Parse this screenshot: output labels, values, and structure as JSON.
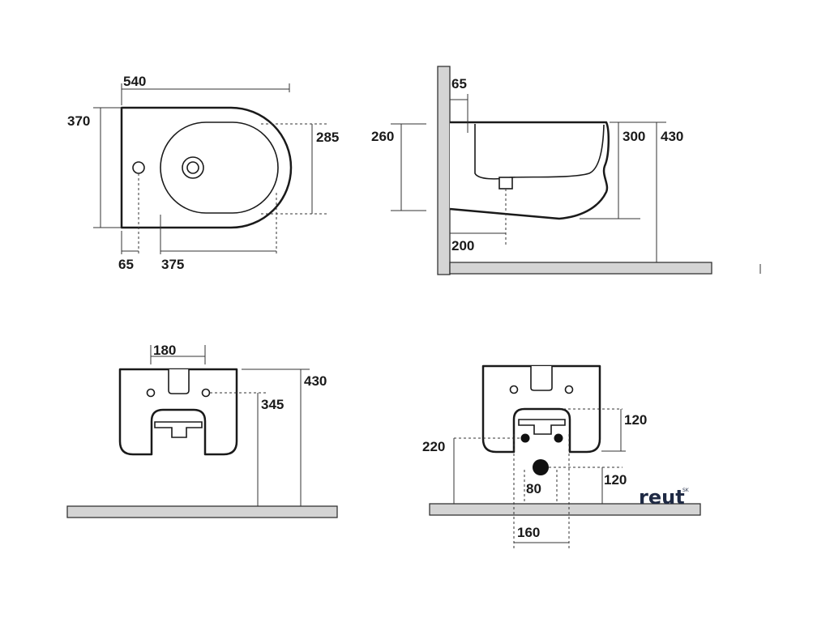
{
  "top_view": {
    "dim_length": "540",
    "dim_width": "370",
    "dim_bowl_width": "285",
    "dim_tap_offset": "65",
    "dim_bowl_offset": "375"
  },
  "side_view": {
    "dim_wall_gap": "65",
    "dim_height": "260",
    "dim_bowl_depth": "300",
    "dim_total_height": "430",
    "dim_drain_offset": "200"
  },
  "back_view": {
    "dim_slot_width": "180",
    "dim_total_height": "430",
    "dim_fixing_height": "345"
  },
  "fixing_view": {
    "dim_bolt_spacing_v": "120",
    "dim_bolt_height": "220",
    "dim_drain_height": "120",
    "dim_drain_dia": "80",
    "dim_bolt_spacing_h": "160"
  },
  "brand": {
    "name": "reut",
    "superscript": "SK",
    "color": "#1f2a44"
  }
}
